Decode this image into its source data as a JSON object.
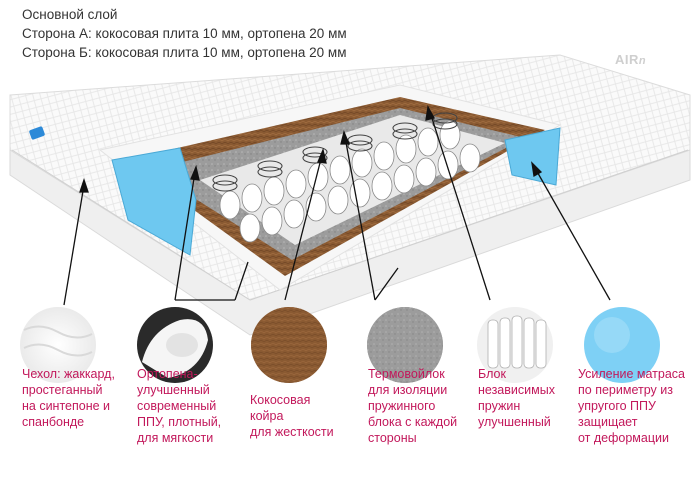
{
  "header": {
    "line1": "Основной слой",
    "line2": "Сторона А: кокосовая плита 10 мм, ортопена 20 мм",
    "line3": "Сторона Б: кокосовая плита 10 мм, ортопена 20 мм"
  },
  "logo": {
    "text": "AIR"
  },
  "colors": {
    "caption": "#c2185b",
    "coconut": "#8a5a32",
    "felt": "#9a9a9a",
    "foam_blue": "#6ec8f0"
  },
  "callouts": [
    {
      "icon": "quilted-fabric-icon",
      "lines": [
        "Чехол: жаккард,",
        "простеганный",
        "на синтепоне и",
        "спанбонде"
      ]
    },
    {
      "icon": "foam-roll-icon",
      "lines": [
        "Ортопена-",
        "улучшенный",
        "современный",
        "ППУ, плотный,",
        "для мягкости"
      ]
    },
    {
      "icon": "coconut-coir-icon",
      "lines": [
        "Кокосовая",
        "койра",
        "для жесткости"
      ]
    },
    {
      "icon": "thermal-felt-icon",
      "lines": [
        "Термовойлок",
        "для изоляции",
        "пружинного",
        "блока с каждой",
        "стороны"
      ]
    },
    {
      "icon": "spring-block-icon",
      "lines": [
        "Блок",
        "независимых",
        "пружин",
        "улучшенный"
      ]
    },
    {
      "icon": "blue-foam-icon",
      "lines": [
        "Усиление матраса",
        "по периметру из",
        "упругого ППУ",
        "защищает",
        "от деформации"
      ]
    }
  ]
}
